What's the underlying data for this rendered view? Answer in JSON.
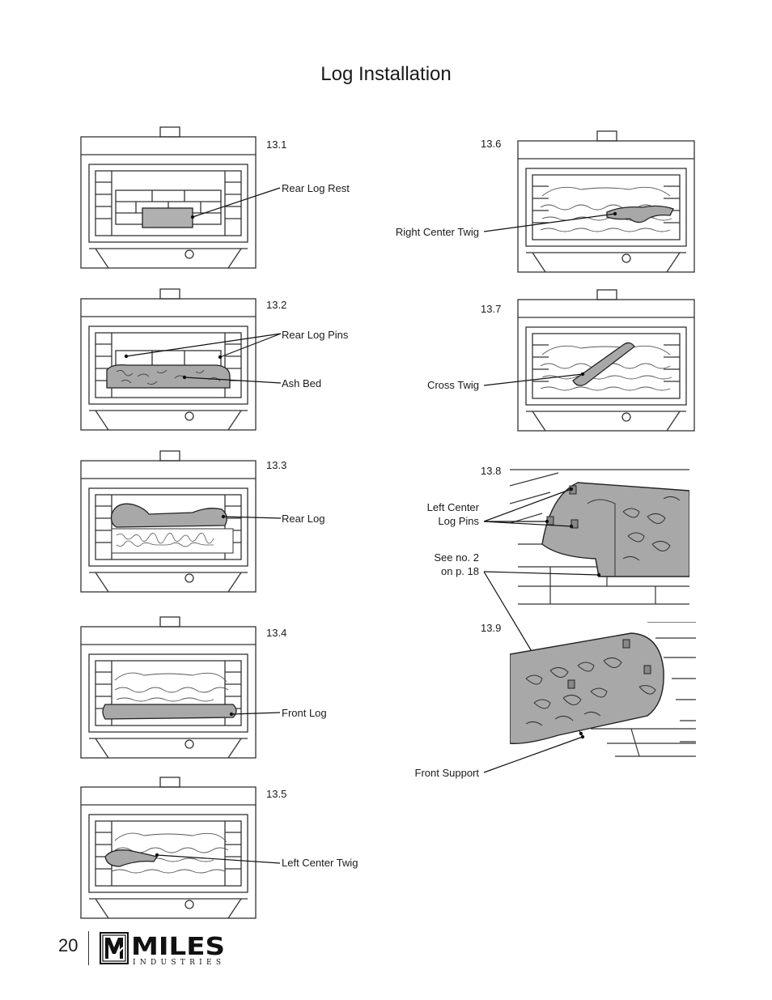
{
  "title": "Log Installation",
  "page_number": "20",
  "brand": {
    "name": "MILES",
    "sub": "INDUSTRIES"
  },
  "figures": [
    {
      "id": "13.1",
      "labels": [
        "Rear Log Rest"
      ]
    },
    {
      "id": "13.2",
      "labels": [
        "Rear Log Pins",
        "Ash Bed"
      ]
    },
    {
      "id": "13.3",
      "labels": [
        "Rear Log"
      ]
    },
    {
      "id": "13.4",
      "labels": [
        "Front Log"
      ]
    },
    {
      "id": "13.5",
      "labels": [
        "Left Center Twig"
      ]
    },
    {
      "id": "13.6",
      "labels": [
        "Right Center Twig"
      ]
    },
    {
      "id": "13.7",
      "labels": [
        "Cross Twig"
      ]
    },
    {
      "id": "13.8",
      "labels": [
        "Left Center",
        "Log Pins",
        "See no. 2",
        "on p. 18"
      ]
    },
    {
      "id": "13.9",
      "labels": [
        "Front Support"
      ]
    }
  ]
}
